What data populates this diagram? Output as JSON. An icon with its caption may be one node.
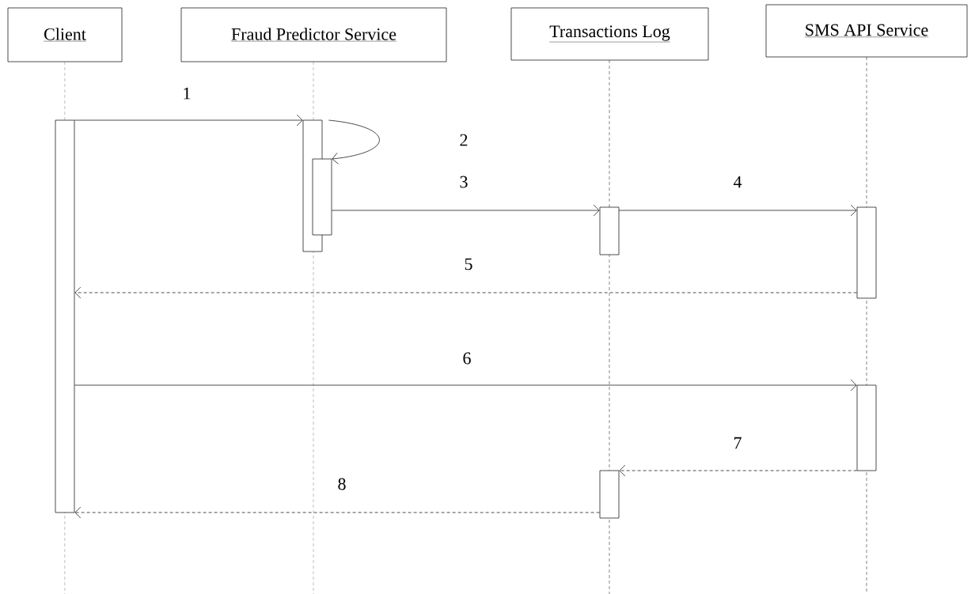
{
  "diagram": {
    "nodes": [
      {
        "text": [
          "Client"
        ]
      },
      {
        "text": [
          "Fraud Predictor Service"
        ]
      },
      {
        "text": [
          "Transactions Log"
        ]
      },
      {
        "text": [
          "SMS API Service"
        ]
      },
      {
        "text": [],
        "shape": "bar"
      },
      {
        "text": [],
        "shape": "bar"
      },
      {
        "text": [],
        "shape": "bar"
      },
      {
        "text": [],
        "shape": "bar"
      },
      {
        "text": [],
        "shape": "bar"
      },
      {
        "text": [],
        "shape": "bar"
      },
      {
        "text": [],
        "shape": "bar"
      }
    ],
    "edges": [
      {
        "from": 4,
        "to": 5,
        "arrow": "to",
        "label": "1"
      },
      {
        "from": 5,
        "to": 6,
        "arrow": "to",
        "label": "2"
      },
      {
        "from": 6,
        "to": 7,
        "arrow": "to",
        "label": "3"
      },
      {
        "from": 7,
        "to": 8,
        "arrow": "to",
        "label": "4"
      },
      {
        "from": 8,
        "to": 4,
        "arrow": "to",
        "label": "5",
        "style": "dashed"
      },
      {
        "from": 4,
        "to": 9,
        "arrow": "to",
        "label": "6"
      },
      {
        "from": 9,
        "to": 10,
        "arrow": "to",
        "label": "7",
        "style": "dashed"
      },
      {
        "from": 10,
        "to": 4,
        "arrow": "to",
        "label": "8",
        "style": "dashed"
      }
    ]
  }
}
